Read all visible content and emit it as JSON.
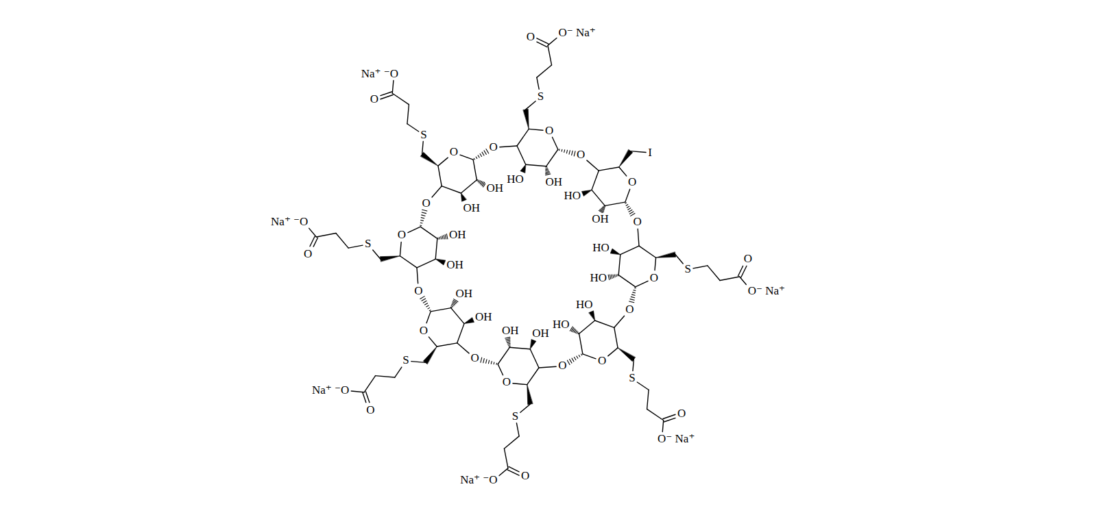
{
  "diagram": {
    "labels": [
      "S",
      "O",
      "O⁻ Na⁺",
      "O",
      "HO",
      "OH",
      "O",
      "I",
      "O",
      "HO",
      "OH",
      "O",
      "S",
      "O",
      "O⁻ Na⁺",
      "O",
      "HO",
      "HO",
      "O",
      "S",
      "O",
      "O⁻ Na⁺",
      "O",
      "HO",
      "HO",
      "O",
      "S",
      "O",
      "Na⁺ ⁻O",
      "O",
      "OH",
      "OH",
      "O",
      "S",
      "O",
      "Na⁺ ⁻O",
      "O",
      "OH",
      "OH",
      "O",
      "S",
      "O",
      "Na⁺ ⁻O",
      "O",
      "OH",
      "OH",
      "O",
      "S",
      "O",
      "Na⁺ ⁻O",
      "O",
      "OH",
      "OH",
      "O"
    ]
  }
}
